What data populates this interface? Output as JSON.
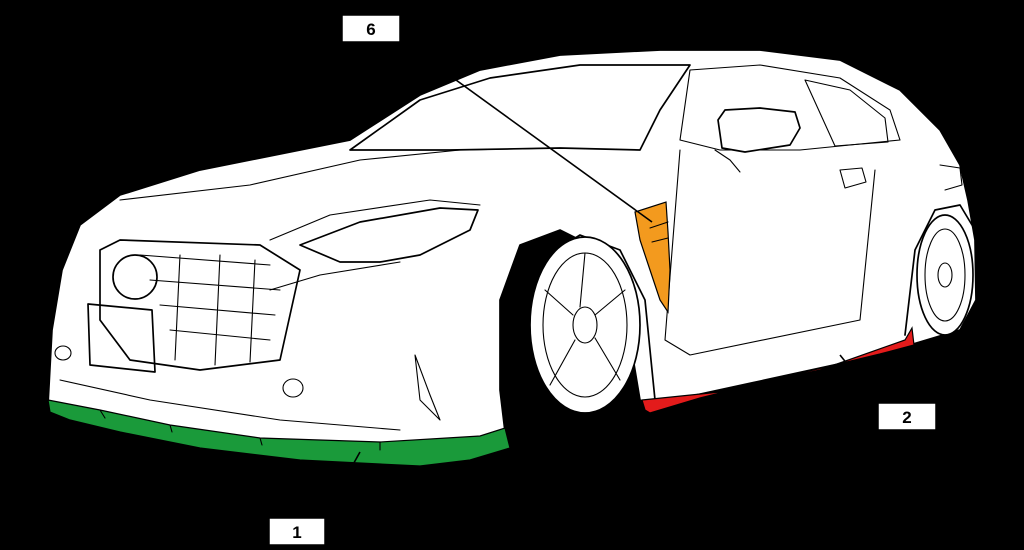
{
  "callouts": [
    {
      "id": "part-1",
      "label": "1"
    },
    {
      "id": "part-2",
      "label": "2"
    },
    {
      "id": "part-6",
      "label": "6"
    }
  ],
  "colors": {
    "background": "#000000",
    "body": "#ffffff",
    "front_lip": "#1a9a3a",
    "side_skirt": "#e31b1b",
    "fender_vent": "#f39a1e"
  },
  "icons": {
    "car": "sports-coupe-line-drawing"
  }
}
